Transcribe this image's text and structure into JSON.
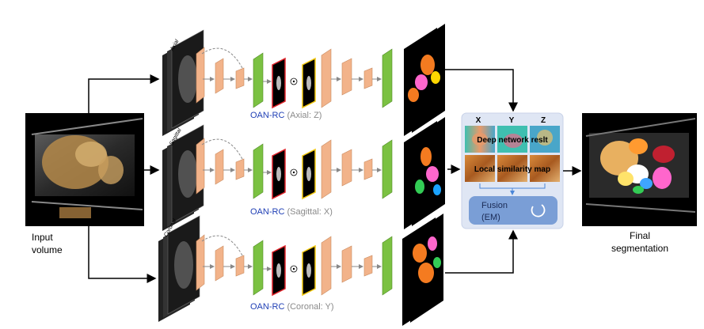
{
  "input": {
    "label_line1": "Input",
    "label_line2": "volume"
  },
  "output": {
    "label_line1": "Final",
    "label_line2": "segmentation"
  },
  "branches": [
    {
      "prefix": "OAN-RC",
      "suffix": " (Axial: Z)",
      "slice_label": "Axial"
    },
    {
      "prefix": "OAN-RC",
      "suffix": " (Sagittal: X)",
      "slice_label": "Sagittal"
    },
    {
      "prefix": "OAN-RC",
      "suffix": " (Coronal: Y)",
      "slice_label": "Coronal"
    }
  ],
  "fusion_panel": {
    "col_x": "X",
    "col_y": "Y",
    "col_z": "Z",
    "deep_label": "Deep network reslt",
    "similarity_label": "Local similarity map",
    "fusion_line1": "Fusion",
    "fusion_line2": "(EM)"
  },
  "colors": {
    "encoder_block": "#f2b38a",
    "encoder_edge": "#c98a5e",
    "bottleneck_block": "#7bc142",
    "attention_red": "#e0232a",
    "attention_yellow": "#f2c80f",
    "branch_label_blue": "#1f3fb5",
    "branch_label_grey": "#8a8a8a",
    "fusion_panel_bg": "#dfe6f4",
    "fusion_box_bg": "#7a9ed6"
  }
}
